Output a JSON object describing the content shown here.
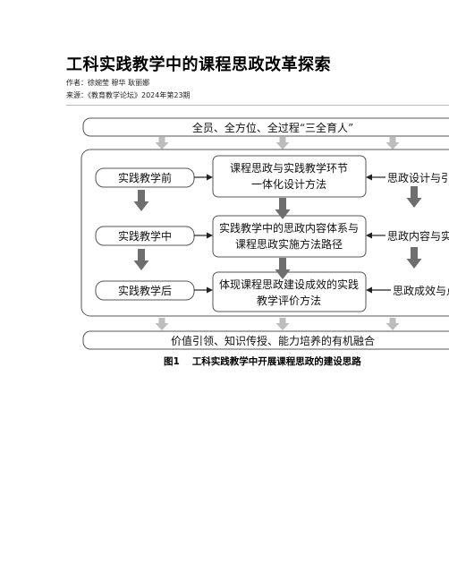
{
  "article": {
    "title": "工科实践教学中的课程思政改革探索",
    "authors": "作者：徐婉莹 穆华 耿丽娜",
    "source": "来源：《教育教学论坛》2024年第23期"
  },
  "figure": {
    "top_banner": "全员、全方位、全过程“三全育人”",
    "bottom_banner": "价值引领、知识传授、能力培养的有机融合",
    "stages": [
      {
        "label": "实践教学前",
        "center_line1": "课程思政与实践教学环节",
        "center_line2": "一体化设计方法",
        "right_label": "思政设计与引"
      },
      {
        "label": "实践教学中",
        "center_line1": "实践教学中的思政内容体系与",
        "center_line2": "课程思政实施方法路径",
        "right_label": "思政内容与实"
      },
      {
        "label": "实践教学后",
        "center_line1": "体现课程思政建设成效的实践",
        "center_line2": "教学评价方法",
        "right_label": "思政成效与点"
      }
    ],
    "caption_number": "图1",
    "caption_text": "工科实践教学中开展课程思政的建设思路"
  }
}
